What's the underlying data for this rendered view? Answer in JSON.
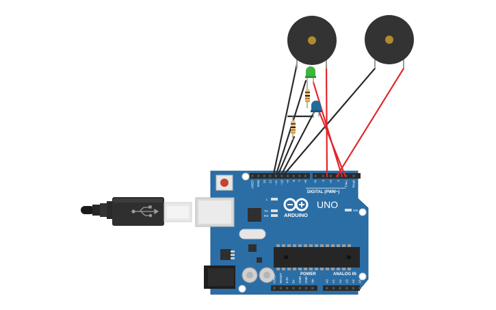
{
  "board": {
    "brand": "ARDUINO",
    "model": "UNO",
    "header_digital": "DIGITAL (PWM~)",
    "header_power": "POWER",
    "header_analog": "ANALOG IN",
    "led_on": "ON",
    "led_tx": "TX",
    "led_rx": "RX",
    "led_l": "L",
    "digital_pins": [
      "AREF",
      "GND",
      "13",
      "12",
      "~11",
      "~10",
      "~9",
      "8",
      "7",
      "~6",
      "~5",
      "4",
      "~3",
      "2",
      "TX▸1",
      "RX◂0"
    ],
    "power_pins": [
      "IOREF",
      "RESET",
      "3.3V",
      "5V",
      "GND",
      "GND",
      "Vin"
    ],
    "analog_pins": [
      "A0",
      "A1",
      "A2",
      "A3",
      "A4",
      "A5"
    ]
  },
  "components": {
    "buzzers": [
      {
        "name": "piezo-buzzer-1"
      },
      {
        "name": "piezo-buzzer-2"
      }
    ],
    "leds": [
      {
        "name": "green-led",
        "color": "#3fb53b"
      },
      {
        "name": "blue-led",
        "color": "#1f6b9a"
      }
    ],
    "resistors": [
      {
        "name": "resistor-1"
      },
      {
        "name": "resistor-2"
      }
    ],
    "usb_cable": {
      "name": "usb-cable"
    }
  },
  "colors": {
    "board": "#2b6ea6",
    "board_dark": "#1f5586",
    "wire_black": "#2a2a2a",
    "wire_red": "#e0262b",
    "buzzer": "#333333",
    "buzzer_center": "#b08a2e"
  }
}
